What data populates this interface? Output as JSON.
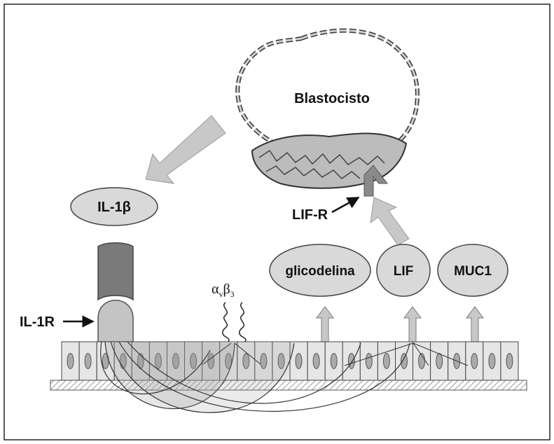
{
  "labels": {
    "blastocyst": "Blastocisto",
    "il1b": "IL-1β",
    "lifr": "LIF-R",
    "il1r": "IL-1R",
    "integrin_alpha": "α",
    "integrin_v": "v",
    "integrin_beta": "β",
    "integrin_3": "3",
    "glycodelin": "glicodelina",
    "lif": "LIF",
    "muc1": "MUC1"
  },
  "epithelium": {
    "cell_count": 26
  },
  "colors": {
    "ellipse_fill": "#d9d9d9",
    "arrow_fill": "#c8c8c8",
    "lifr_fill": "#8a8a8a",
    "receptor_dark": "#7a7a7a",
    "cell_fill": "#e6e6e6"
  }
}
